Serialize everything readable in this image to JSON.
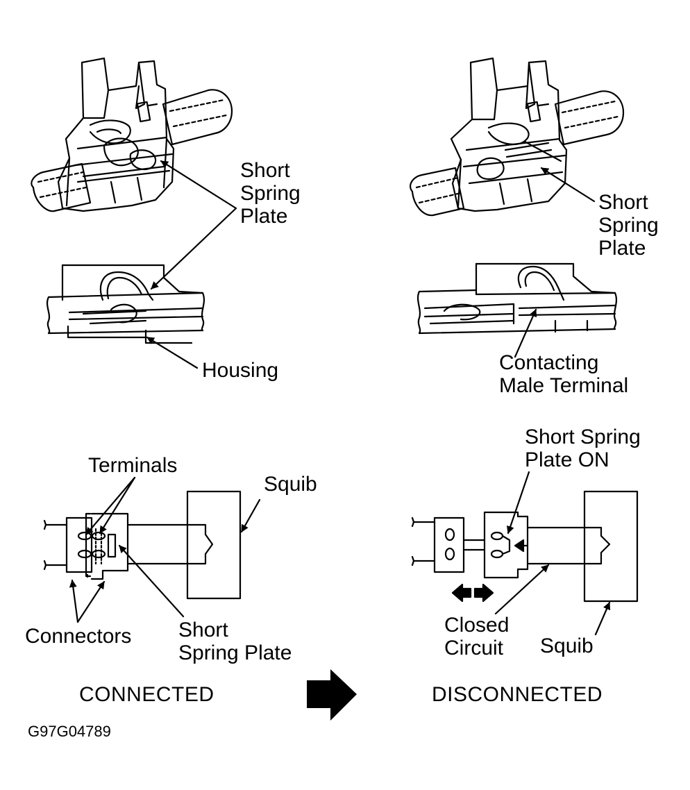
{
  "labels": {
    "top_left_short_spring_plate": [
      "Short",
      "Spring",
      "Plate"
    ],
    "housing": "Housing",
    "top_right_short_spring_plate": [
      "Short",
      "Spring",
      "Plate"
    ],
    "contacting_male_terminal": [
      "Contacting",
      "Male Terminal"
    ],
    "terminals": "Terminals",
    "squib_left": "Squib",
    "connectors": "Connectors",
    "bottom_left_short_spring_plate": [
      "Short",
      "Spring Plate"
    ],
    "short_spring_plate_on": [
      "Short Spring",
      "Plate ON"
    ],
    "closed_circuit": [
      "Closed",
      "Circuit"
    ],
    "squib_right": "Squib"
  },
  "captions": {
    "connected": "CONNECTED",
    "disconnected": "DISCONNECTED"
  },
  "figure_id": "G97G04789",
  "colors": {
    "ink": "#000000",
    "paper": "#ffffff"
  }
}
